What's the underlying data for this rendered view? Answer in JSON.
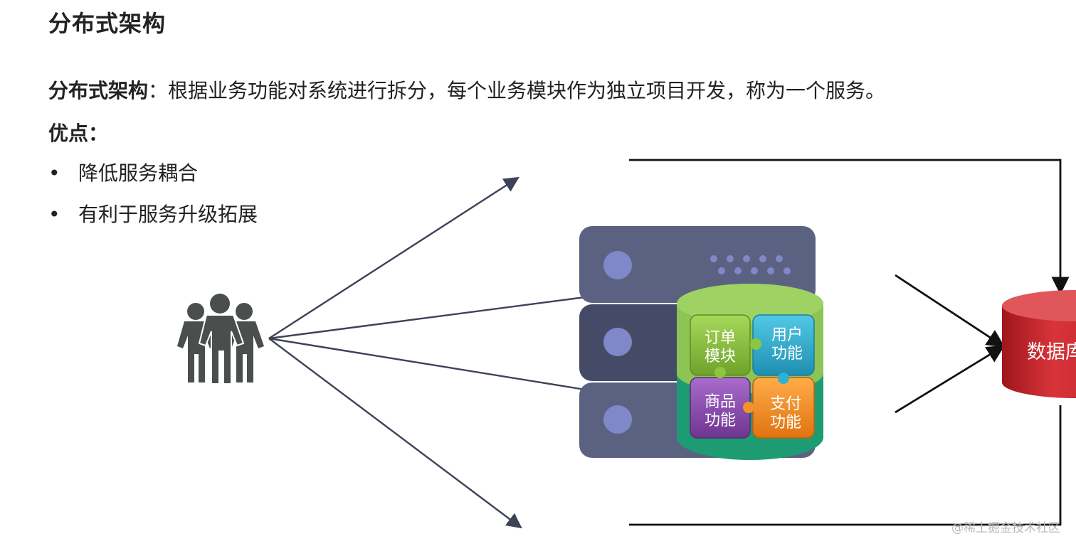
{
  "title": "分布式架构",
  "definition": {
    "term": "分布式架构",
    "colon": "：",
    "text": "根据业务功能对系统进行拆分，每个业务模块作为独立项目开发，称为一个服务。"
  },
  "pros": {
    "heading": "优点：",
    "items": [
      "降低服务耦合",
      "有利于服务升级拓展"
    ]
  },
  "modules": {
    "order": [
      "订单",
      "模块"
    ],
    "user": [
      "用户",
      "功能"
    ],
    "product": [
      "商品",
      "功能"
    ],
    "payment": [
      "支付",
      "功能"
    ]
  },
  "database": {
    "label": "数据库"
  },
  "colors": {
    "server_top": "#5b6281",
    "server_mid": "#454b66",
    "server_bottom": "#5b6281",
    "server_light": "#7f88c8",
    "arrow_users": "#3d4257",
    "arrow_db": "#111111",
    "people": "#4a4f4d",
    "disc_green": "#8dc455",
    "disc_teal": "#1d9b73",
    "module_order": "#8cc63f",
    "module_user": "#2fb1d1",
    "module_product": "#8a4fb0",
    "module_payment": "#f4922a",
    "db_red": "#cc2229"
  },
  "icons": [
    "users-icon",
    "server-icon",
    "puzzle-icon",
    "database-icon"
  ],
  "watermark": "@稀土掘金技术社区"
}
